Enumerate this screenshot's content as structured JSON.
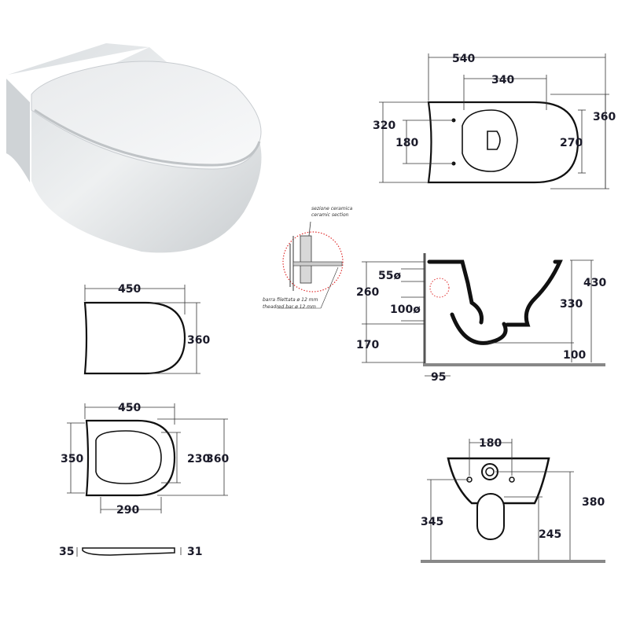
{
  "photo": {
    "description_icon": "wall-hung-toilet-photo"
  },
  "top_view": {
    "width": "540",
    "inner_width": "340",
    "left_height": "320",
    "fixing_distance": "180",
    "right_height": "360",
    "inner_height": "270"
  },
  "seat_view": {
    "width": "450",
    "height": "360"
  },
  "seat_lid_view": {
    "width": "450",
    "left_height": "350",
    "inner_height": "230",
    "right_height": "360",
    "bottom_width": "290"
  },
  "seat_profile": {
    "left": "35",
    "right": "31"
  },
  "detail": {
    "section_it": "sezione ceramica",
    "section_en": "ceramic section",
    "bar_it": "barra filettata ø 12 mm",
    "bar_en": "theadred bar ø 12 mm",
    "highlight_color": "#e03030"
  },
  "side_view": {
    "total_height": "260",
    "inlet": "55ø",
    "outlet": "100ø",
    "floor_height": "170",
    "wall_offset": "95",
    "height": "430",
    "bowl_height": "330",
    "outlet_height": "100"
  },
  "front_view": {
    "fixing_distance": "180",
    "left_height": "345",
    "right_height": "380",
    "outlet_height": "245"
  }
}
